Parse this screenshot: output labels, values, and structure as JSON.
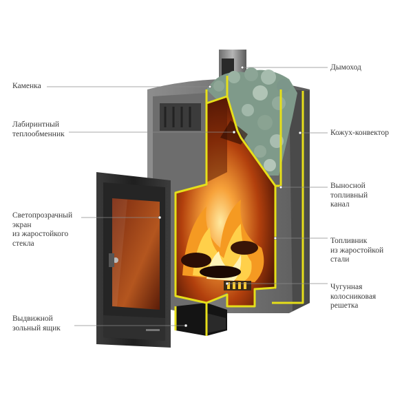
{
  "labels": {
    "left": [
      "Каменка",
      "Лабиринтный\nтеплообменник",
      "Светопрозрачный\nэкран\nиз жаростойкого\nстекла",
      "Выдвижной\nзольный ящик"
    ],
    "right": [
      "Дымоход",
      "Кожух-конвектор",
      "Выносной\nтопливный\nканал",
      "Топливник\nиз жаростойкой\nстали",
      "Чугунная\nколосниковая\nрешетка"
    ]
  },
  "colors": {
    "outline": "#e6df1a",
    "steel_dark": "#2b2b2b",
    "steel_mid": "#5a5a5a",
    "steel_light": "#9a9a9a",
    "fire_core": "#ffd94a",
    "fire_mid": "#f08a1c",
    "fire_outer": "#8a1f05",
    "stone": "#8aa393",
    "leader": "#8a8a8a"
  },
  "icons": [
    "stone-pile-icon",
    "flame-icon",
    "door-handle-icon"
  ]
}
